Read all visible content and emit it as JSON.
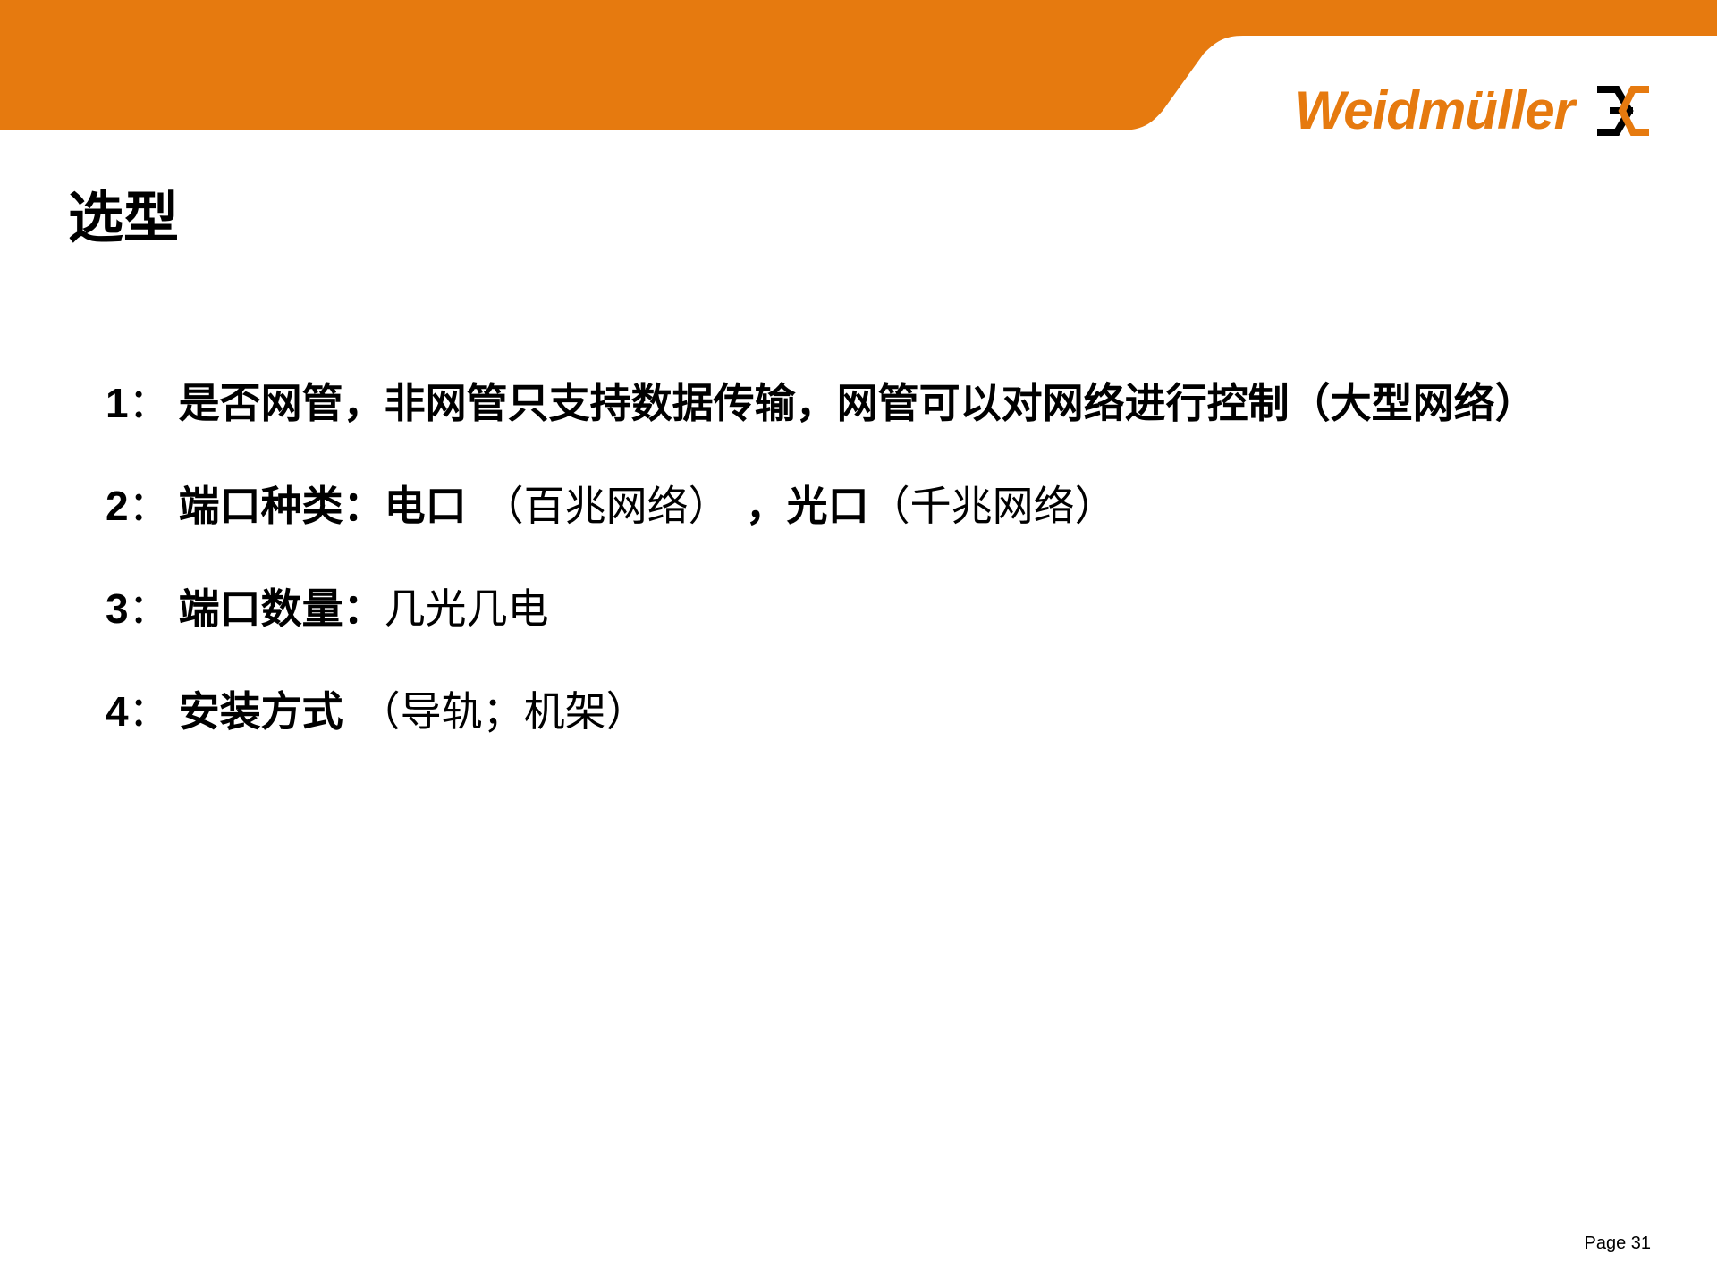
{
  "header": {
    "brand_name": "Weidmüller",
    "brand_color": "#e67a0f",
    "logo_icon": "weidmuller-logo-mark"
  },
  "title": "选型",
  "items": [
    {
      "number": "1",
      "colon": "：",
      "text": "是否网管，非网管只支持数据传输，网管可以对网络进行控制（大型网络）"
    },
    {
      "number": "2",
      "colon": "：",
      "label": "端口种类：",
      "option1": "电口",
      "option1_note": "（百兆网络）",
      "separator": "，",
      "option2": "光口",
      "option2_note": "（千兆网络）"
    },
    {
      "number": "3",
      "colon": "：",
      "label": "端口数量：",
      "value": "几光几电"
    },
    {
      "number": "4",
      "colon": "：",
      "label": "安装方式",
      "value": "（导轨；机架）"
    }
  ],
  "footer": {
    "page_number": "Page 31"
  }
}
